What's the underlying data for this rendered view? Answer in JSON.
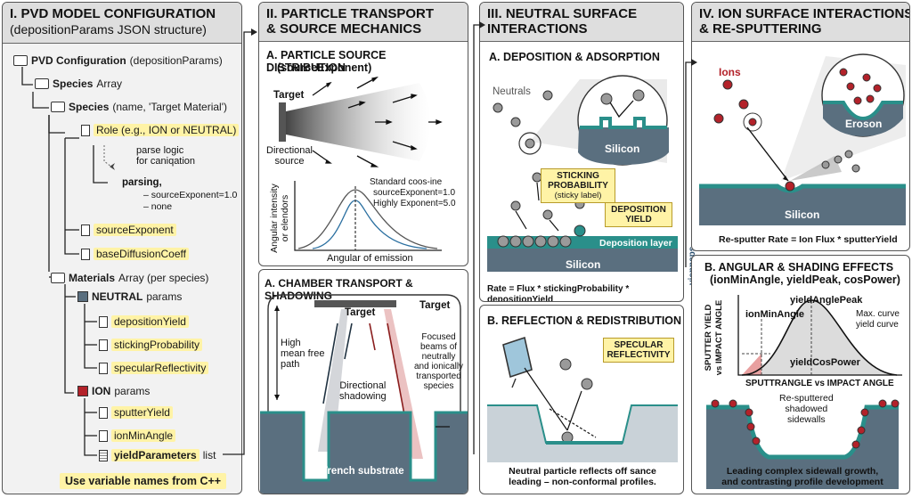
{
  "p1": {
    "title": "I. PVD MODEL CONFIGURATION",
    "subtitle": "(depositionParams JSON structure)",
    "root": "PVD Configuration",
    "root_suffix": "(depositionParams)",
    "species_array": "Species",
    "species_array_suffix": "Array",
    "species": "Species",
    "species_suffix": "(name, 'Target Material')",
    "role": "Role (e.g., ION or NEUTRAL)",
    "parse_logic": "parse logic\nfor caniqation",
    "parsing": "parsing,",
    "parsing_opt1": "– sourceExponent=1.0",
    "parsing_opt2": "– none",
    "source_exponent": "sourceExponent",
    "base_diffusion": "baseDiffusionCoeff",
    "materials": "Materials",
    "materials_suffix": "Array (per species)",
    "neutral": "NEUTRAL",
    "neutral_suffix": "params",
    "deposition_yield": "depositionYield",
    "sticking_prob": "stickingProbability",
    "specular": "specularReflectivity",
    "ion": "ION",
    "ion_suffix": "params",
    "sputter_yield": "sputterYield",
    "ion_min_angle": "ionMinAngle",
    "yield_params": "yieldParameters",
    "yield_params_suffix": "list",
    "footer": "Use variable names from C++"
  },
  "p2": {
    "title": "II. PARTICLE TRANSPORT\n& SOURCE MECHANICS",
    "a_title": "A. PARTICLE SOURCE DISTRIBUTION",
    "a_sub": "(sourceExponent)",
    "target": "Target",
    "directional": "Directional\nsource",
    "legend1": "Standard coos-ine",
    "legend2": "sourceExponent=1.0",
    "legend3": "Highly Exponent=5.0",
    "ylabel": "Angular intensity\nor elendors",
    "xlabel": "Angular of emission",
    "b_title": "A. CHAMBER TRANSPORT & SHADOWING",
    "target1": "Target",
    "target2": "Target",
    "mfp": "High\nmean free\npath",
    "shadowing": "Directional\nshadowing",
    "focused": "Focused\nbeams of\nneutrally\nand ionically\ntransported\nspecies",
    "trench": "Trench substrate"
  },
  "p3": {
    "title": "III. NEUTRAL SURFACE\nINTERACTIONS",
    "a_title": "A. DEPOSITION & ADSORPTION",
    "neutrals": "Neutrals",
    "silicon1": "Silicon",
    "sticking": "STICKING\nPROBABILITY",
    "sticking_sub": "(sticky label)",
    "dep_yield": "DEPOSITION\nYIELD",
    "dep_layer": "Deposition layer",
    "silicon2": "Silicon",
    "rate": "Rate = Flux * stickingProbability * depositionYield",
    "b_title": "B. REFLECTION & REDISTRIBUTION",
    "specular": "SPECULAR\nREFLECTIVITY",
    "caption": "Neutral particle reflects off sance\nleading – non-conformal profiles.",
    "side_label": "viennaps"
  },
  "p4": {
    "title": "IV. ION SURFACE INTERACTIONS\n& RE-SPUTTERING",
    "ions": "Ions",
    "eroson": "Eroson",
    "silicon": "Silicon",
    "rate": "Re-sputter Rate = Ion Flux * sputterYield",
    "b_title": "B. ANGULAR & SHADING EFFECTS",
    "b_sub": "(ionMinAngle, yieldPeak, cosPower)",
    "peak": "yieldAnglePeak",
    "min_angle": "ionMinAngle",
    "max_curve": "Max. curve\nyield curve",
    "cos_power": "yieldCosPower",
    "ylabel": "SPUTTER YIELD\nvs IMPACT ANGLE",
    "xlabel": "SPUTTRANGLE vs IMPACT ANGLE",
    "resput": "Re-sputtered\nshadowed\nsidewalls",
    "caption": "Leading complex sidewall growth,\nand contrasting profile development"
  },
  "colors": {
    "teal": "#2a8f8a",
    "slate": "#5a6f7f",
    "highlight": "#fff3a6",
    "ion_red": "#b3222a",
    "neutral_grey": "#9a9a9a"
  }
}
